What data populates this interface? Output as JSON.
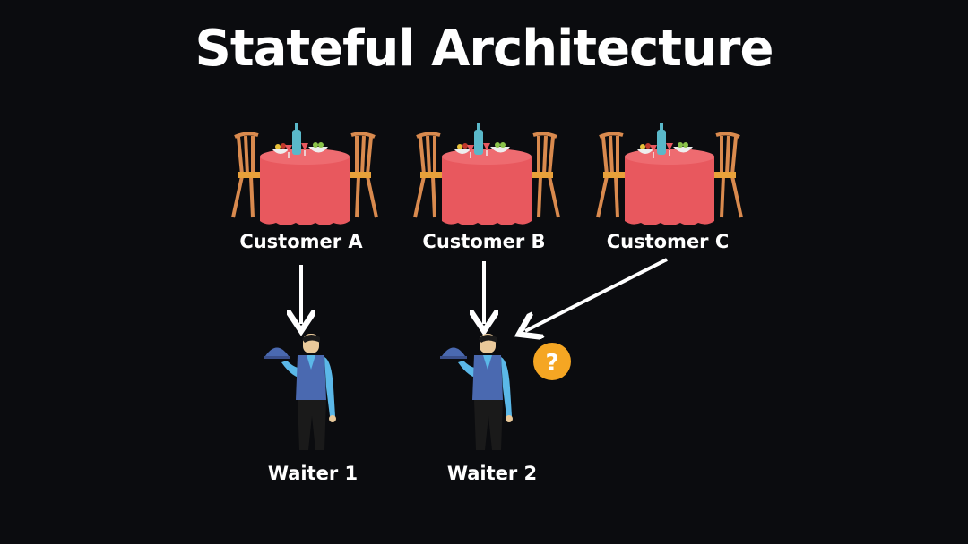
{
  "title": "Stateful Architecture",
  "customers": [
    {
      "label": "Customer A"
    },
    {
      "label": "Customer B"
    },
    {
      "label": "Customer C"
    }
  ],
  "waiters": [
    {
      "label": "Waiter 1"
    },
    {
      "label": "Waiter 2"
    }
  ],
  "question_mark": "?",
  "colors": {
    "background": "#0b0c0f",
    "tablecloth": "#e8585e",
    "chair": "#d98a4e",
    "vest": "#4a69b0",
    "shirt": "#5bb8e8",
    "question": "#f5a623"
  }
}
